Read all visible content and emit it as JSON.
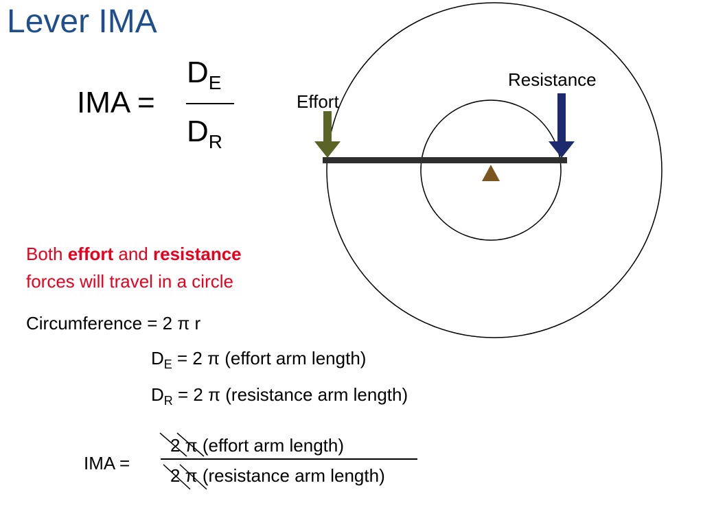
{
  "title": "Lever IMA",
  "formula": {
    "lhs": "IMA =",
    "num_main": "D",
    "num_sub": "E",
    "den_main": "D",
    "den_sub": "R"
  },
  "diagram": {
    "effort_label": "Effort",
    "resistance_label": "Resistance",
    "colors": {
      "effort_arrow": "#5b6426",
      "resistance_arrow": "#1e2a6e",
      "beam": "#2f2f2f",
      "fulcrum": "#7a5520"
    }
  },
  "note": {
    "line1_a": "Both ",
    "line1_b": "effort",
    "line1_c": " and ",
    "line1_d": "resistance",
    "line2": "forces will travel in a circle"
  },
  "equations": {
    "circumference": "Circumference = 2 π r",
    "de_main": "D",
    "de_sub": "E",
    "de_rhs": " = 2 π (effort arm length)",
    "dr_main": "D",
    "dr_sub": "R",
    "dr_rhs": " = 2 π (resistance arm length)"
  },
  "ima_expanded": {
    "lhs": "IMA =",
    "numerator": "2 π (effort arm length)",
    "denominator": "2 π (resistance arm length)"
  }
}
